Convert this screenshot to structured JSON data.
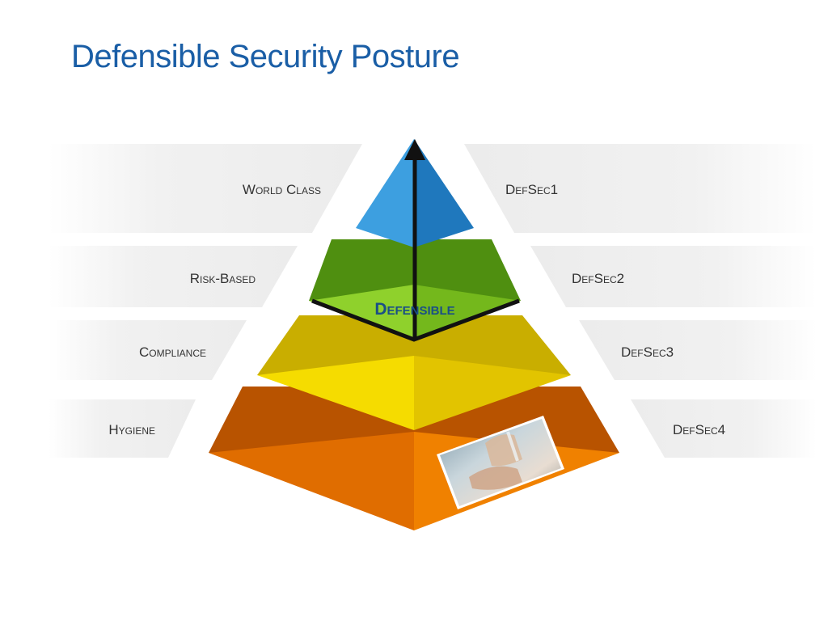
{
  "slide": {
    "title": "Defensible Security Posture"
  },
  "pyramid": {
    "levels": [
      {
        "left_label": "World Class",
        "right_label": "DefSec1",
        "color": "#2a8fd0"
      },
      {
        "left_label": "Risk-Based",
        "right_label": "DefSec2",
        "color": "#7cc522"
      },
      {
        "left_label": "Compliance",
        "right_label": "DefSec3",
        "color": "#f2d600"
      },
      {
        "left_label": "Hygiene",
        "right_label": "DefSec4",
        "color": "#f07f00"
      }
    ],
    "center_label": "Defensible",
    "photo_icon": "hand-washing-photo"
  },
  "colors": {
    "title": "#1a5ea6",
    "label_text": "#333333",
    "band": "#efefef",
    "arrow": "#111111"
  }
}
